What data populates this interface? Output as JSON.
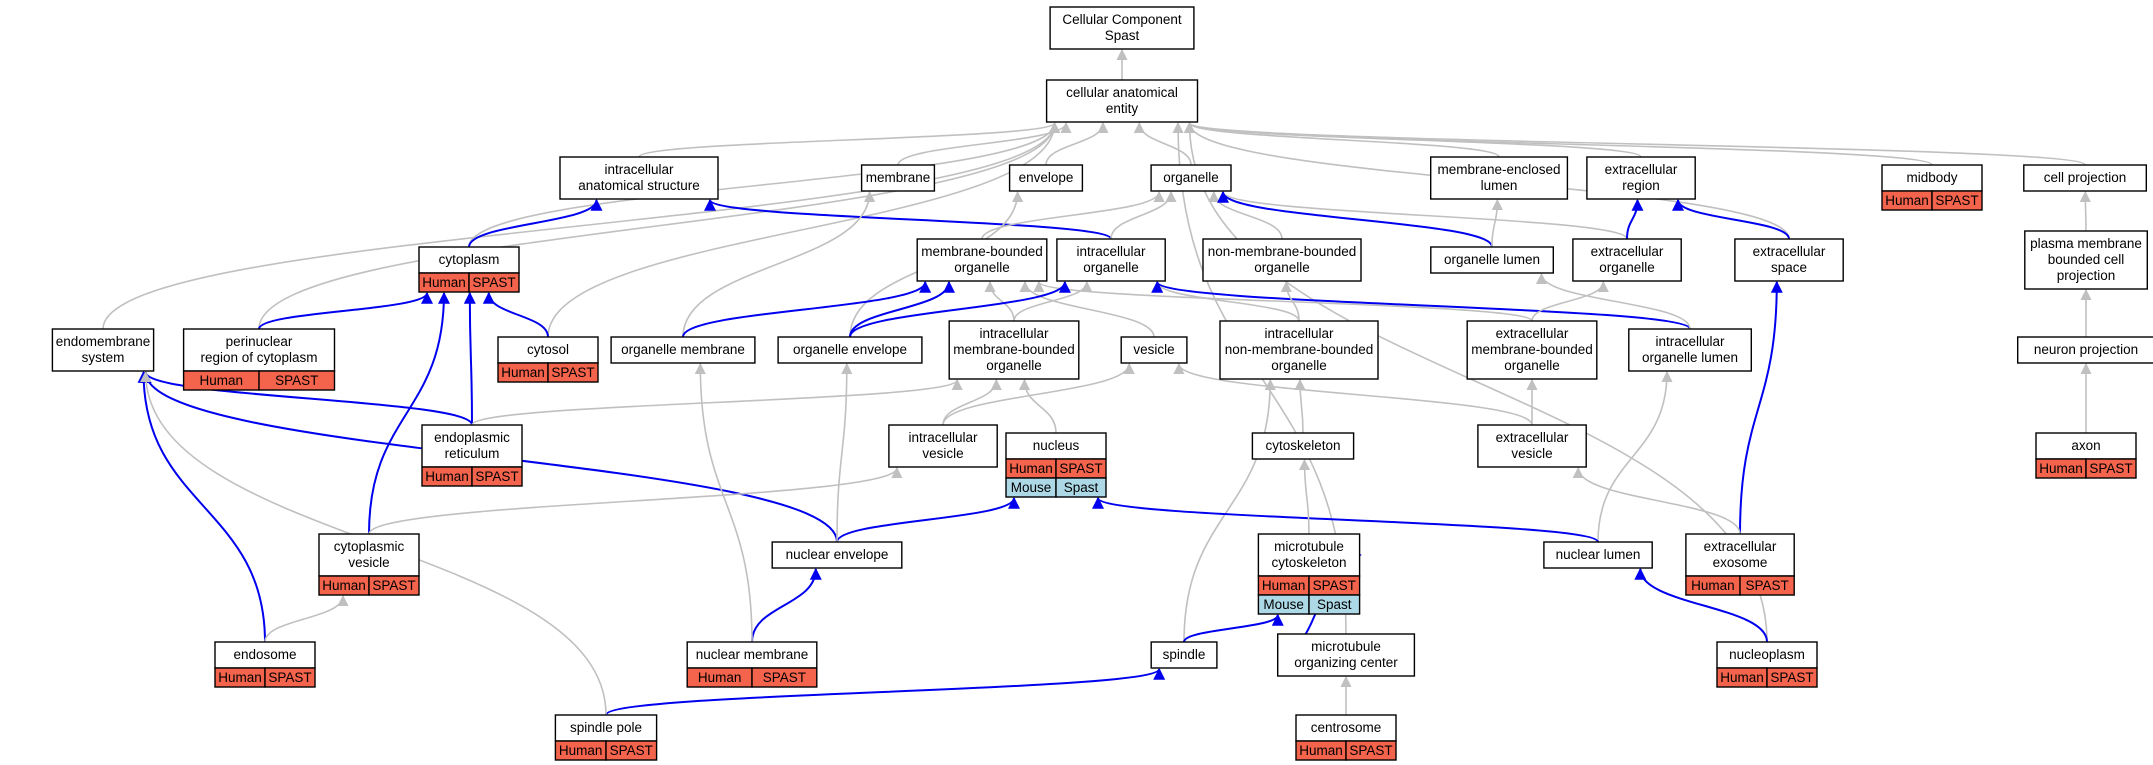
{
  "nodes": [
    {
      "id": "root",
      "label": [
        "Cellular Component",
        "Spast"
      ]
    },
    {
      "id": "cae",
      "label": [
        "cellular anatomical",
        "entity"
      ]
    },
    {
      "id": "ias",
      "label": [
        "intracellular",
        "anatomical structure"
      ]
    },
    {
      "id": "membrane",
      "label": [
        "membrane"
      ]
    },
    {
      "id": "envelope",
      "label": [
        "envelope"
      ]
    },
    {
      "id": "organelle",
      "label": [
        "organelle"
      ]
    },
    {
      "id": "mel",
      "label": [
        "membrane-enclosed",
        "lumen"
      ]
    },
    {
      "id": "exreg",
      "label": [
        "extracellular",
        "region"
      ]
    },
    {
      "id": "midbody",
      "label": [
        "midbody"
      ],
      "ann": [
        [
          "Human",
          "SPAST"
        ]
      ]
    },
    {
      "id": "cellproj",
      "label": [
        "cell projection"
      ]
    },
    {
      "id": "cytoplasm",
      "label": [
        "cytoplasm"
      ],
      "ann": [
        [
          "Human",
          "SPAST"
        ]
      ]
    },
    {
      "id": "mbo",
      "label": [
        "membrane-bounded",
        "organelle"
      ]
    },
    {
      "id": "io",
      "label": [
        "intracellular",
        "organelle"
      ]
    },
    {
      "id": "nmbo",
      "label": [
        "non-membrane-bounded",
        "organelle"
      ]
    },
    {
      "id": "olumen",
      "label": [
        "organelle lumen"
      ]
    },
    {
      "id": "exorg",
      "label": [
        "extracellular",
        "organelle"
      ]
    },
    {
      "id": "exspace",
      "label": [
        "extracellular",
        "space"
      ]
    },
    {
      "id": "pmbcp",
      "label": [
        "plasma membrane",
        "bounded cell",
        "projection"
      ]
    },
    {
      "id": "endosys",
      "label": [
        "endomembrane",
        "system"
      ]
    },
    {
      "id": "peri",
      "label": [
        "perinuclear",
        "region of cytoplasm"
      ],
      "ann": [
        [
          "Human",
          "SPAST"
        ]
      ]
    },
    {
      "id": "cytosol",
      "label": [
        "cytosol"
      ],
      "ann": [
        [
          "Human",
          "SPAST"
        ]
      ]
    },
    {
      "id": "omem",
      "label": [
        "organelle membrane"
      ]
    },
    {
      "id": "oenv",
      "label": [
        "organelle envelope"
      ]
    },
    {
      "id": "imbo",
      "label": [
        "intracellular",
        "membrane-bounded",
        "organelle"
      ]
    },
    {
      "id": "vesicle",
      "label": [
        "vesicle"
      ]
    },
    {
      "id": "inmbo",
      "label": [
        "intracellular",
        "non-membrane-bounded",
        "organelle"
      ]
    },
    {
      "id": "exmbo",
      "label": [
        "extracellular",
        "membrane-bounded",
        "organelle"
      ]
    },
    {
      "id": "iolumen",
      "label": [
        "intracellular",
        "organelle lumen"
      ]
    },
    {
      "id": "neuroproj",
      "label": [
        "neuron projection"
      ]
    },
    {
      "id": "er",
      "label": [
        "endoplasmic",
        "reticulum"
      ],
      "ann": [
        [
          "Human",
          "SPAST"
        ]
      ]
    },
    {
      "id": "ivesicle",
      "label": [
        "intracellular",
        "vesicle"
      ]
    },
    {
      "id": "nucleus",
      "label": [
        "nucleus"
      ],
      "ann": [
        [
          "Human",
          "SPAST"
        ],
        [
          "Mouse",
          "Spast"
        ]
      ]
    },
    {
      "id": "cytoskel",
      "label": [
        "cytoskeleton"
      ]
    },
    {
      "id": "exvesicle",
      "label": [
        "extracellular",
        "vesicle"
      ]
    },
    {
      "id": "axon",
      "label": [
        "axon"
      ],
      "ann": [
        [
          "Human",
          "SPAST"
        ]
      ]
    },
    {
      "id": "cvesicle",
      "label": [
        "cytoplasmic",
        "vesicle"
      ],
      "ann": [
        [
          "Human",
          "SPAST"
        ]
      ]
    },
    {
      "id": "nenv",
      "label": [
        "nuclear envelope"
      ]
    },
    {
      "id": "mtcs",
      "label": [
        "microtubule",
        "cytoskeleton"
      ],
      "ann": [
        [
          "Human",
          "SPAST"
        ],
        [
          "Mouse",
          "Spast"
        ]
      ]
    },
    {
      "id": "nlumen",
      "label": [
        "nuclear lumen"
      ]
    },
    {
      "id": "exosome",
      "label": [
        "extracellular",
        "exosome"
      ],
      "ann": [
        [
          "Human",
          "SPAST"
        ]
      ]
    },
    {
      "id": "endosome",
      "label": [
        "endosome"
      ],
      "ann": [
        [
          "Human",
          "SPAST"
        ]
      ]
    },
    {
      "id": "nmem",
      "label": [
        "nuclear membrane"
      ],
      "ann": [
        [
          "Human",
          "SPAST"
        ]
      ]
    },
    {
      "id": "spindle",
      "label": [
        "spindle"
      ]
    },
    {
      "id": "mtoc",
      "label": [
        "microtubule",
        "organizing center"
      ]
    },
    {
      "id": "nucleoplasm",
      "label": [
        "nucleoplasm"
      ],
      "ann": [
        [
          "Human",
          "SPAST"
        ]
      ]
    },
    {
      "id": "spole",
      "label": [
        "spindle pole"
      ],
      "ann": [
        [
          "Human",
          "SPAST"
        ]
      ]
    },
    {
      "id": "centrosome",
      "label": [
        "centrosome"
      ],
      "ann": [
        [
          "Human",
          "SPAST"
        ]
      ]
    }
  ],
  "edges": [
    {
      "from": "cae",
      "to": "root",
      "type": "is_a"
    },
    {
      "from": "ias",
      "to": "cae",
      "type": "is_a"
    },
    {
      "from": "membrane",
      "to": "cae",
      "type": "is_a"
    },
    {
      "from": "envelope",
      "to": "cae",
      "type": "is_a"
    },
    {
      "from": "organelle",
      "to": "cae",
      "type": "is_a"
    },
    {
      "from": "mel",
      "to": "cae",
      "type": "is_a"
    },
    {
      "from": "exreg",
      "to": "cae",
      "type": "is_a"
    },
    {
      "from": "midbody",
      "to": "cae",
      "type": "is_a"
    },
    {
      "from": "cellproj",
      "to": "cae",
      "type": "is_a"
    },
    {
      "from": "cytoplasm",
      "to": "cae",
      "type": "is_a"
    },
    {
      "from": "endosys",
      "to": "cae",
      "type": "is_a"
    },
    {
      "from": "peri",
      "to": "cae",
      "type": "is_a"
    },
    {
      "from": "cytosol",
      "to": "cae",
      "type": "is_a"
    },
    {
      "from": "exspace",
      "to": "cae",
      "type": "is_a"
    },
    {
      "from": "mtoc",
      "to": "cae",
      "type": "is_a"
    },
    {
      "from": "nucleoplasm",
      "to": "cae",
      "type": "is_a"
    },
    {
      "from": "cytoplasm",
      "to": "ias",
      "type": "part_of"
    },
    {
      "from": "io",
      "to": "ias",
      "type": "part_of"
    },
    {
      "from": "mbo",
      "to": "organelle",
      "type": "is_a"
    },
    {
      "from": "io",
      "to": "organelle",
      "type": "is_a"
    },
    {
      "from": "nmbo",
      "to": "organelle",
      "type": "is_a"
    },
    {
      "from": "exorg",
      "to": "organelle",
      "type": "is_a"
    },
    {
      "from": "olumen",
      "to": "organelle",
      "type": "part_of"
    },
    {
      "from": "olumen",
      "to": "mel",
      "type": "is_a"
    },
    {
      "from": "exorg",
      "to": "exreg",
      "type": "part_of"
    },
    {
      "from": "exspace",
      "to": "exreg",
      "type": "part_of"
    },
    {
      "from": "pmbcp",
      "to": "cellproj",
      "type": "is_a"
    },
    {
      "from": "neuroproj",
      "to": "pmbcp",
      "type": "is_a"
    },
    {
      "from": "axon",
      "to": "neuroproj",
      "type": "is_a"
    },
    {
      "from": "peri",
      "to": "cytoplasm",
      "type": "part_of"
    },
    {
      "from": "cytosol",
      "to": "cytoplasm",
      "type": "part_of"
    },
    {
      "from": "er",
      "to": "cytoplasm",
      "type": "part_of"
    },
    {
      "from": "cvesicle",
      "to": "cytoplasm",
      "type": "part_of"
    },
    {
      "from": "omem",
      "to": "membrane",
      "type": "is_a"
    },
    {
      "from": "oenv",
      "to": "envelope",
      "type": "is_a"
    },
    {
      "from": "omem",
      "to": "mbo",
      "type": "part_of"
    },
    {
      "from": "oenv",
      "to": "mbo",
      "type": "part_of"
    },
    {
      "from": "imbo",
      "to": "mbo",
      "type": "is_a"
    },
    {
      "from": "exmbo",
      "to": "mbo",
      "type": "is_a"
    },
    {
      "from": "vesicle",
      "to": "mbo",
      "type": "is_a"
    },
    {
      "from": "oenv",
      "to": "io",
      "type": "part_of"
    },
    {
      "from": "imbo",
      "to": "io",
      "type": "is_a"
    },
    {
      "from": "inmbo",
      "to": "io",
      "type": "is_a"
    },
    {
      "from": "iolumen",
      "to": "io",
      "type": "part_of"
    },
    {
      "from": "inmbo",
      "to": "nmbo",
      "type": "is_a"
    },
    {
      "from": "iolumen",
      "to": "olumen",
      "type": "is_a"
    },
    {
      "from": "exmbo",
      "to": "exorg",
      "type": "is_a"
    },
    {
      "from": "exosome",
      "to": "exspace",
      "type": "part_of"
    },
    {
      "from": "er",
      "to": "endosys",
      "type": "part_of"
    },
    {
      "from": "nenv",
      "to": "endosys",
      "type": "part_of"
    },
    {
      "from": "endosome",
      "to": "endosys",
      "type": "part_of"
    },
    {
      "from": "er",
      "to": "imbo",
      "type": "is_a"
    },
    {
      "from": "ivesicle",
      "to": "imbo",
      "type": "is_a"
    },
    {
      "from": "nucleus",
      "to": "imbo",
      "type": "is_a"
    },
    {
      "from": "ivesicle",
      "to": "vesicle",
      "type": "is_a"
    },
    {
      "from": "exvesicle",
      "to": "vesicle",
      "type": "is_a"
    },
    {
      "from": "cytoskel",
      "to": "inmbo",
      "type": "is_a"
    },
    {
      "from": "spindle",
      "to": "inmbo",
      "type": "is_a"
    },
    {
      "from": "exvesicle",
      "to": "exmbo",
      "type": "is_a"
    },
    {
      "from": "nlumen",
      "to": "iolumen",
      "type": "is_a"
    },
    {
      "from": "cvesicle",
      "to": "ivesicle",
      "type": "is_a"
    },
    {
      "from": "nenv",
      "to": "nucleus",
      "type": "part_of"
    },
    {
      "from": "nlumen",
      "to": "nucleus",
      "type": "part_of"
    },
    {
      "from": "mtcs",
      "to": "cytoskel",
      "type": "is_a"
    },
    {
      "from": "exosome",
      "to": "exvesicle",
      "type": "is_a"
    },
    {
      "from": "endosome",
      "to": "cvesicle",
      "type": "is_a"
    },
    {
      "from": "nmem",
      "to": "nenv",
      "type": "part_of"
    },
    {
      "from": "nmem",
      "to": "omem",
      "type": "is_a"
    },
    {
      "from": "nenv",
      "to": "oenv",
      "type": "is_a"
    },
    {
      "from": "spindle",
      "to": "mtcs",
      "type": "part_of"
    },
    {
      "from": "mtoc",
      "to": "mtcs",
      "type": "part_of"
    },
    {
      "from": "nucleoplasm",
      "to": "nlumen",
      "type": "part_of"
    },
    {
      "from": "spole",
      "to": "spindle",
      "type": "part_of"
    },
    {
      "from": "spole",
      "to": "endosys",
      "type": "is_a"
    },
    {
      "from": "centrosome",
      "to": "mtoc",
      "type": "is_a"
    }
  ],
  "colors": {
    "is_a": "#c0c0c0",
    "part_of": "#0000ee",
    "human": "#f4634c",
    "mouse": "#add8e6"
  }
}
